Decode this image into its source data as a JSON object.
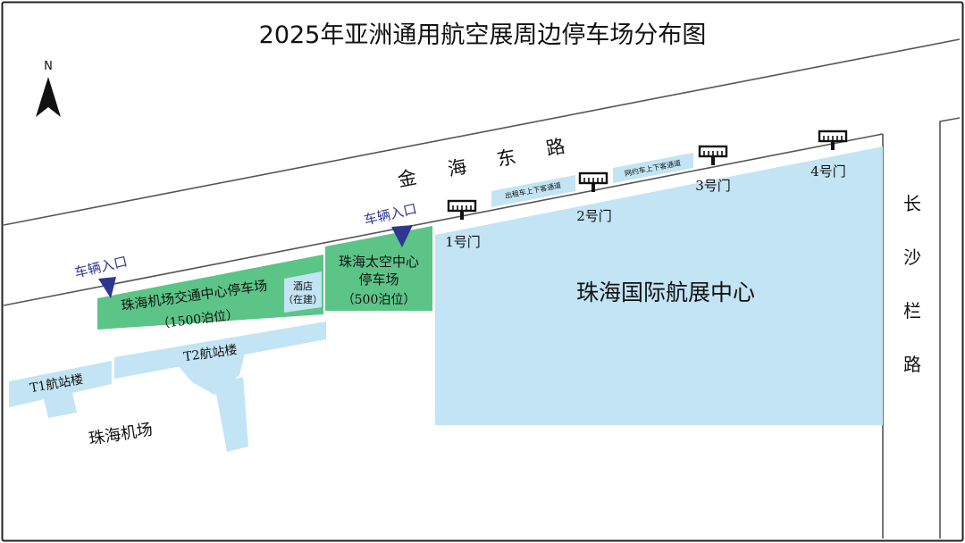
{
  "title": "2025年亚洲通用航空展周边停车场分布图",
  "compass": "N",
  "colors": {
    "frame": "#222222",
    "blue_area": "#c2e4f4",
    "green_area": "#5cc487",
    "entrance": "#2f3590",
    "road_line": "#555555"
  },
  "roads": {
    "jinhai": [
      "金",
      "海",
      "东",
      "路"
    ],
    "changsha": [
      "长",
      "沙",
      "栏",
      "路"
    ]
  },
  "entrances": [
    "车辆入口",
    "车辆入口"
  ],
  "lanes": {
    "taxi": "出租车上下客通道",
    "rideshare": "网约车上下客通道"
  },
  "gates": [
    "1号门",
    "2号门",
    "3号门",
    "4号门"
  ],
  "areas": {
    "expo_center": "珠海国际航展中心",
    "airport": "珠海机场",
    "t1": "T1航站楼",
    "t2": "T2航站楼",
    "parking_jiaotong": [
      "珠海机场交通中心停车场",
      "（1500泊位）"
    ],
    "hotel": [
      "酒店",
      "（在建）"
    ],
    "parking_taikong": [
      "珠海太空中心",
      "停车场",
      "（500泊位）"
    ]
  }
}
